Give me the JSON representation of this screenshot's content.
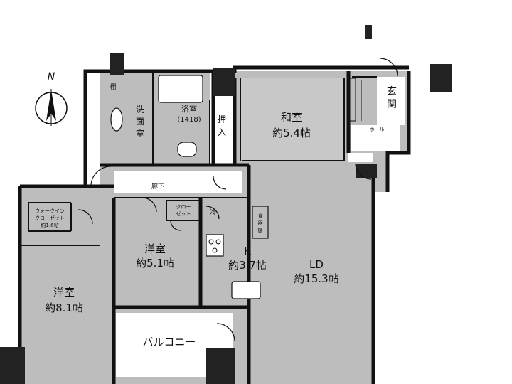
{
  "compass": {
    "north_label": "N"
  },
  "rooms": {
    "washitsu": {
      "name": "和室",
      "size": "約5.4帖"
    },
    "genkan": {
      "line1": "玄",
      "line2": "関"
    },
    "hall": {
      "name": "ホール"
    },
    "bath": {
      "name": "浴室",
      "spec": "(1418)"
    },
    "senmen": {
      "line1": "洗",
      "line2": "面",
      "line3": "室"
    },
    "oshiire": {
      "line1": "押",
      "line2": "入"
    },
    "tana": {
      "name": "棚"
    },
    "roka": {
      "name": "廊下"
    },
    "walkin": {
      "line1": "ウォークイン",
      "line2": "クローゼット",
      "line3": "約1.6帖"
    },
    "closet": {
      "line1": "クロー",
      "line2": "ゼット"
    },
    "yoshitsu1": {
      "name": "洋室",
      "size": "約5.1帖"
    },
    "yoshitsu2": {
      "name": "洋室",
      "size": "約8.1帖"
    },
    "kitchen": {
      "name": "K",
      "size": "約3.7帖"
    },
    "ld": {
      "name": "LD",
      "size": "約15.3帖"
    },
    "balcony": {
      "name": "バルコニー"
    },
    "shokkidana": {
      "line1": "食",
      "line2": "器",
      "line3": "棚"
    },
    "rei": {
      "name": "冷"
    }
  }
}
